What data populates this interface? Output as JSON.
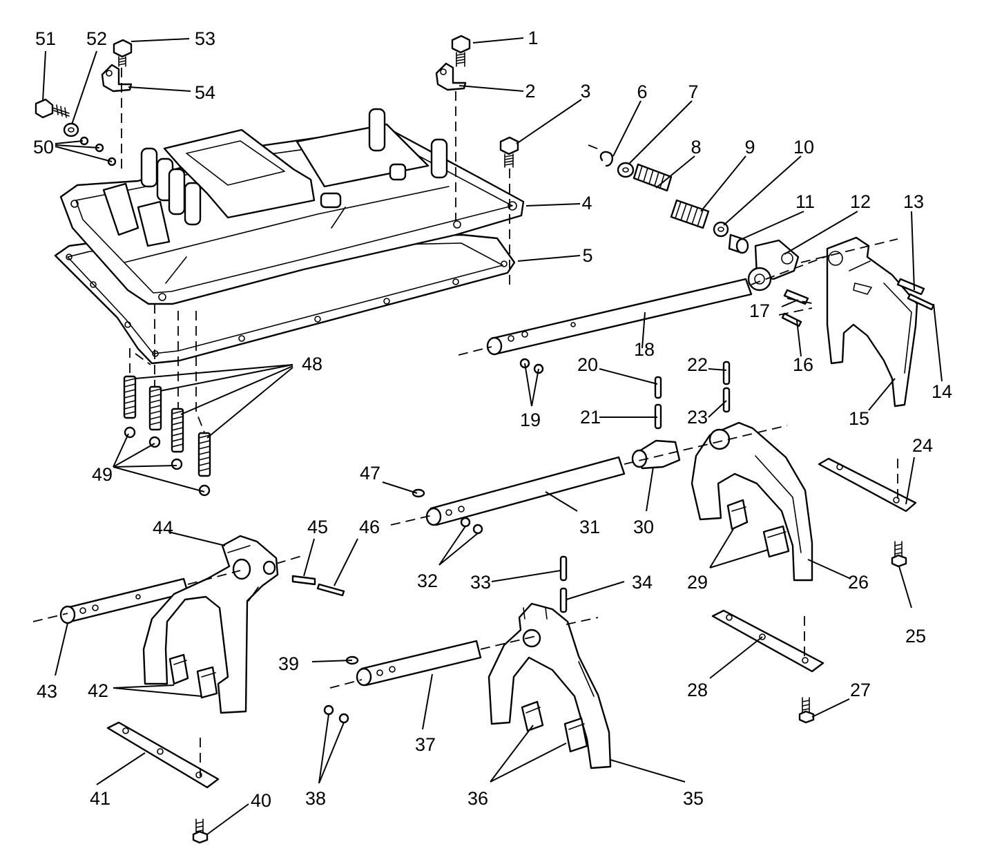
{
  "callouts": [
    "1",
    "2",
    "3",
    "4",
    "5",
    "6",
    "7",
    "8",
    "9",
    "10",
    "11",
    "12",
    "13",
    "14",
    "15",
    "16",
    "17",
    "18",
    "19",
    "20",
    "21",
    "22",
    "23",
    "24",
    "25",
    "26",
    "27",
    "28",
    "29",
    "30",
    "31",
    "32",
    "33",
    "34",
    "35",
    "36",
    "37",
    "38",
    "39",
    "40",
    "41",
    "42",
    "43",
    "44",
    "45",
    "46",
    "47",
    "48",
    "49",
    "50",
    "51",
    "52",
    "53",
    "54"
  ],
  "colors": {
    "ink": "#000000",
    "paper": "#ffffff"
  }
}
